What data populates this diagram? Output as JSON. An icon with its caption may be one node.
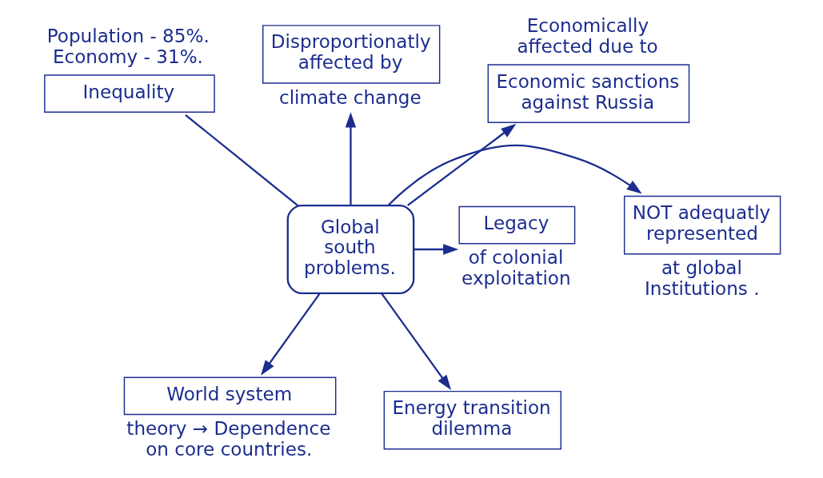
{
  "diagram": {
    "nodes": [
      {
        "text": [
          "Global south problems."
        ]
      },
      {
        "text": [
          "Inequality"
        ],
        "beside": [
          "Population - 85%. Economy - 31%."
        ]
      },
      {
        "text": [
          "Disproportionatly affected by"
        ],
        "beside": [
          "climate change"
        ]
      },
      {
        "text": [
          "Economically affected due to",
          "Economic sanctions against Russia"
        ]
      },
      {
        "text": [
          "NOT adequatly represented"
        ],
        "beside": [
          "at global Institutions ."
        ]
      },
      {
        "text": [
          "Legacy"
        ],
        "beside": [
          "of colonial exploitation"
        ]
      },
      {
        "text": [
          "World system"
        ],
        "beside": [
          "theory → Dependence on core countries."
        ]
      },
      {
        "text": [
          "Energy transition dilemma"
        ]
      }
    ],
    "edges": [
      {
        "from": 0,
        "to": 1,
        "arrow": "none"
      },
      {
        "from": 0,
        "to": 2,
        "arrow": "to"
      },
      {
        "from": 0,
        "to": 3,
        "arrow": "to"
      },
      {
        "from": 0,
        "to": 4,
        "arrow": "to"
      },
      {
        "from": 0,
        "to": 5,
        "arrow": "to"
      },
      {
        "from": 0,
        "to": 6,
        "arrow": "to"
      },
      {
        "from": 0,
        "to": 7,
        "arrow": "to"
      }
    ]
  }
}
